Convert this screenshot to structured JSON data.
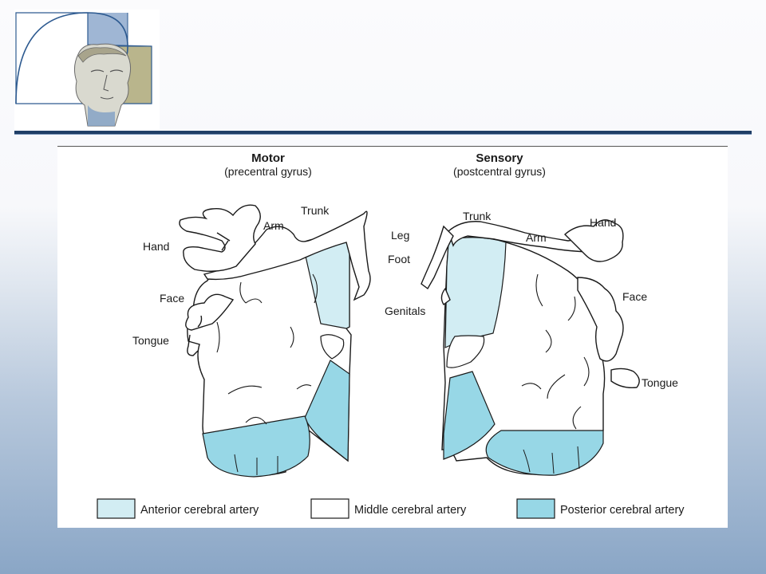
{
  "colors": {
    "anterior": "#d2edf3",
    "middle": "#ffffff",
    "posterior": "#97d7e6",
    "outline": "#1a1a1a",
    "header_rule": "#1f3e66"
  },
  "logo": {
    "icon": "golden-spiral-greek-head-logo"
  },
  "motor": {
    "title": "Motor",
    "subtitle": "(precentral gyrus)",
    "labels": {
      "hand": "Hand",
      "arm": "Arm",
      "trunk": "Trunk",
      "face": "Face",
      "tongue": "Tongue"
    }
  },
  "sensory": {
    "title": "Sensory",
    "subtitle": "(postcentral gyrus)",
    "labels": {
      "trunk": "Trunk",
      "hand": "Hand",
      "leg": "Leg",
      "arm": "Arm",
      "foot": "Foot",
      "face": "Face",
      "genitals": "Genitals",
      "tongue": "Tongue"
    }
  },
  "legend": [
    {
      "label": "Anterior cerebral artery"
    },
    {
      "label": "Middle cerebral artery"
    },
    {
      "label": "Posterior cerebral artery"
    }
  ]
}
